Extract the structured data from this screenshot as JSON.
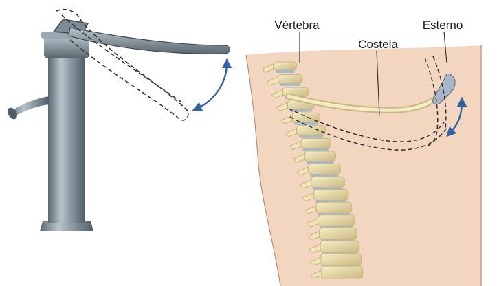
{
  "labels": {
    "vertebra": "Vértebra",
    "rib": "Costela",
    "sternum": "Esterno"
  },
  "colors": {
    "skin": "#f3d6bf",
    "bone": "#efe5b6",
    "bone_shadow": "#c9b77e",
    "disc": "#a9b7c9",
    "pump_metal": "#8c9aa4",
    "pump_dark": "#4f5d66",
    "arrow": "#2f64a8",
    "label_text": "#1a1a1a"
  },
  "icons": [
    "water-pump-icon",
    "movement-arrow-icon"
  ]
}
